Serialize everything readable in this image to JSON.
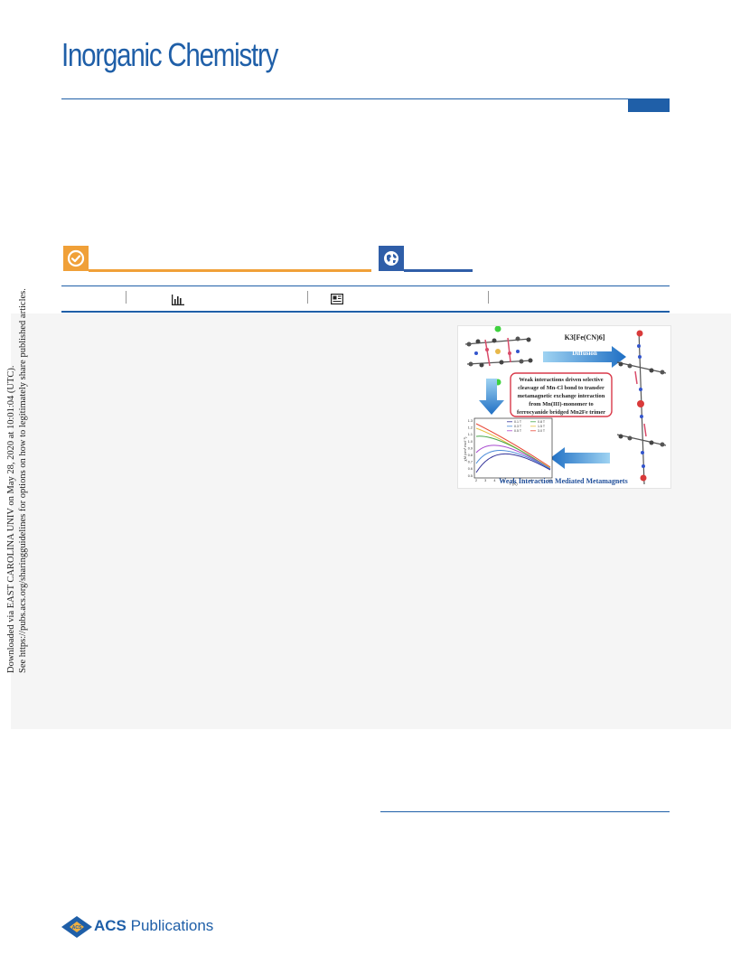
{
  "header": {
    "journal_title": "Inorganic Chemistry",
    "brand_color": "#1f5fa8"
  },
  "badges": {
    "check_icon": "check-circle-icon",
    "globe_icon": "globe-icon",
    "check_color": "#f0a038",
    "globe_color": "#2f5ea8"
  },
  "metrics": {
    "chart_icon": "bar-chart-icon",
    "news_icon": "newspaper-icon"
  },
  "side_note": {
    "line1": "Downloaded via EAST CAROLINA UNIV on May 28, 2020 at 10:01:04 (UTC).",
    "line2": "See https://pubs.acs.org/sharingguidelines for options on how to legitimately share published articles."
  },
  "toc": {
    "reagent": "K3[Fe(CN)6]",
    "reagent_sub": "Diffusion",
    "box_line1": "Weak interactions driven selective",
    "box_line2": "cleavage of Mn-Cl bond to transfer",
    "box_line3": "metamagnetic exchange interaction",
    "box_line4": "from Mn(III)-monomer to",
    "box_line5": "ferrocyanide bridged Mn2Fe trimer",
    "caption": "Weak Interaction Mediated Metamagnets",
    "plot": {
      "xlabel": "T (K)",
      "ylabel": "χM (cm³ mol⁻¹)",
      "x_ticks": [
        "2",
        "3",
        "4",
        "5",
        "6",
        "7",
        "8",
        "9",
        "10"
      ],
      "y_ticks": [
        "1.3",
        "1.2",
        "1.1",
        "1.0",
        "0.9",
        "0.8",
        "0.7",
        "0.6",
        "0.5"
      ],
      "legend": [
        "0.1 T",
        "0.3 T",
        "0.5 T",
        "0.8 T",
        "1.5 T",
        "3.0 T"
      ]
    }
  },
  "publisher": {
    "logo_text": "ACS",
    "name": "Publications"
  }
}
